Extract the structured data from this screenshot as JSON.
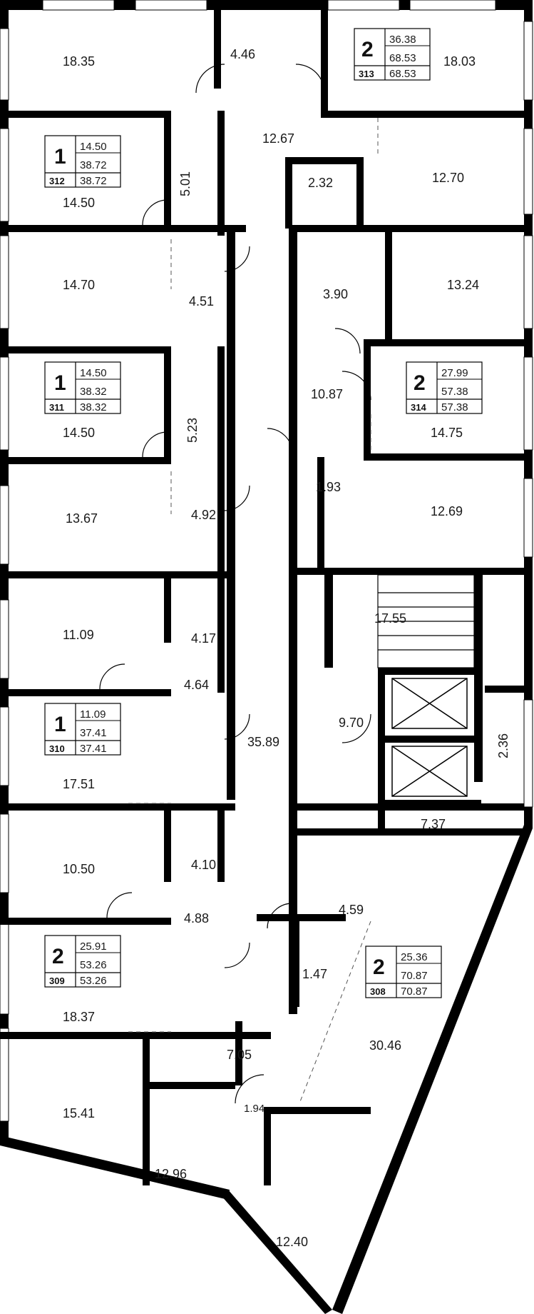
{
  "plan": {
    "wall_color": "#000000",
    "background": "#ffffff",
    "stair_label": "17.55",
    "corridor_label": "35.89",
    "apartments": [
      {
        "id": "313",
        "rooms": "2",
        "living": "36.38",
        "total": "68.53",
        "total_priced": "68.53"
      },
      {
        "id": "312",
        "rooms": "1",
        "living": "14.50",
        "total": "38.72",
        "total_priced": "38.72"
      },
      {
        "id": "311",
        "rooms": "1",
        "living": "14.50",
        "total": "38.32",
        "total_priced": "38.32"
      },
      {
        "id": "314",
        "rooms": "2",
        "living": "27.99",
        "total": "57.38",
        "total_priced": "57.38"
      },
      {
        "id": "310",
        "rooms": "1",
        "living": "11.09",
        "total": "37.41",
        "total_priced": "37.41"
      },
      {
        "id": "309",
        "rooms": "2",
        "living": "25.91",
        "total": "53.26",
        "total_priced": "53.26"
      },
      {
        "id": "308",
        "rooms": "2",
        "living": "25.36",
        "total": "70.87",
        "total_priced": "70.87"
      }
    ],
    "room_areas": [
      "18.35",
      "4.46",
      "18.03",
      "12.67",
      "14.50",
      "5.01",
      "2.32",
      "12.70",
      "14.70",
      "4.51",
      "3.90",
      "13.24",
      "14.50",
      "5.23",
      "10.87",
      "14.75",
      "13.67",
      "4.92",
      "1.93",
      "12.69",
      "11.09",
      "4.17",
      "4.64",
      "9.70",
      "17.51",
      "2.36",
      "7.37",
      "10.50",
      "4.10",
      "4.88",
      "4.59",
      "1.47",
      "18.37",
      "30.46",
      "7.05",
      "15.41",
      "1.94",
      "12.96",
      "12.40"
    ]
  }
}
